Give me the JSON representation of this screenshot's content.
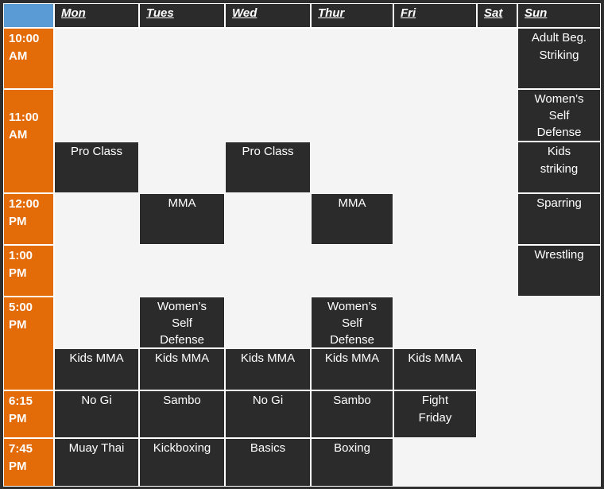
{
  "days": [
    "Mon",
    "Tues",
    "Wed",
    "Thur",
    "Fri",
    "Sat",
    "Sun"
  ],
  "times": [
    {
      "line1": "10:00",
      "line2": "AM"
    },
    {
      "line1": "11:00",
      "line2": "AM"
    },
    {
      "line1": "12:00",
      "line2": "PM"
    },
    {
      "line1": "1:00",
      "line2": "PM"
    },
    {
      "line1": "5:00",
      "line2": "PM"
    },
    {
      "line1": "6:15",
      "line2": "PM"
    },
    {
      "line1": "7:45",
      "line2": "PM"
    }
  ],
  "classes": [
    {
      "day": "Sun",
      "time": "10:00 AM",
      "name": "Adult Beg. Striking"
    },
    {
      "day": "Sun",
      "time": "11:00 AM",
      "name": "Women’s Self Defense"
    },
    {
      "day": "Mon",
      "time": "11:00 AM",
      "name": "Pro Class"
    },
    {
      "day": "Wed",
      "time": "11:00 AM",
      "name": "Pro Class"
    },
    {
      "day": "Sun",
      "time": "11:00 AM",
      "name": "Kids striking"
    },
    {
      "day": "Tues",
      "time": "12:00 PM",
      "name": "MMA"
    },
    {
      "day": "Thur",
      "time": "12:00 PM",
      "name": "MMA"
    },
    {
      "day": "Sun",
      "time": "12:00 PM",
      "name": "Sparring"
    },
    {
      "day": "Sun",
      "time": "1:00 PM",
      "name": "Wrestling"
    },
    {
      "day": "Tues",
      "time": "5:00 PM",
      "name": "Women’s Self Defense"
    },
    {
      "day": "Thur",
      "time": "5:00 PM",
      "name": "Women’s Self Defense"
    },
    {
      "day": "Mon",
      "time": "5:00 PM",
      "name": "Kids MMA"
    },
    {
      "day": "Tues",
      "time": "5:00 PM",
      "name": "Kids MMA"
    },
    {
      "day": "Wed",
      "time": "5:00 PM",
      "name": "Kids MMA"
    },
    {
      "day": "Thur",
      "time": "5:00 PM",
      "name": "Kids MMA"
    },
    {
      "day": "Fri",
      "time": "5:00 PM",
      "name": "Kids MMA"
    },
    {
      "day": "Mon",
      "time": "6:15 PM",
      "name": "No Gi"
    },
    {
      "day": "Tues",
      "time": "6:15 PM",
      "name": "Sambo"
    },
    {
      "day": "Wed",
      "time": "6:15 PM",
      "name": "No Gi"
    },
    {
      "day": "Thur",
      "time": "6:15 PM",
      "name": "Sambo"
    },
    {
      "day": "Fri",
      "time": "6:15 PM",
      "name": "Fight Friday"
    },
    {
      "day": "Mon",
      "time": "7:45 PM",
      "name": "Muay Thai"
    },
    {
      "day": "Tues",
      "time": "7:45 PM",
      "name": "Kickboxing"
    },
    {
      "day": "Wed",
      "time": "7:45 PM",
      "name": "Basics"
    },
    {
      "day": "Thur",
      "time": "7:45 PM",
      "name": "Boxing"
    }
  ],
  "colors": {
    "header_bg": "#2b2b2b",
    "corner": "#5b9bd5",
    "time_bg": "#e36c09",
    "class_bg": "#2b2b2b",
    "empty_bg": "#f4f4f4"
  }
}
